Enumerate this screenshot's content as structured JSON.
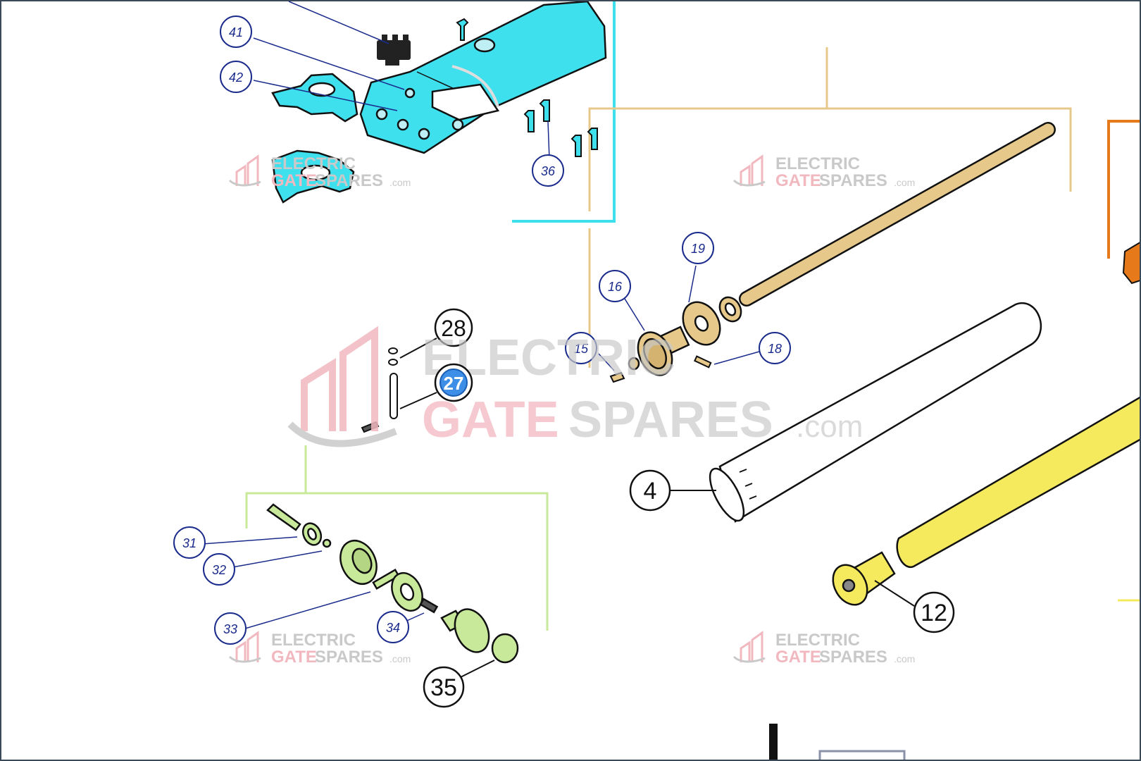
{
  "watermark": {
    "line1": "ELECTRIC",
    "line2_gate": "GATE",
    "line2_spares": "SPARES",
    "suffix": ".com"
  },
  "callouts": {
    "c41": "41",
    "c42": "42",
    "c36": "36",
    "c19": "19",
    "c16": "16",
    "c15": "15",
    "c18": "18",
    "c28": "28",
    "c27": "27",
    "c4": "4",
    "c31": "31",
    "c32": "32",
    "c33": "33",
    "c34": "34",
    "c35": "35",
    "c12": "12"
  },
  "colors": {
    "cyan_group": "#3ee0ee",
    "tan_group": "#e6c98a",
    "green_group": "#c8e89a",
    "yellow_part": "#f5ea5e",
    "orange_group": "#e67a1a",
    "callout_blue": "#1a2b8c",
    "watermark_red": "#f2b8c0",
    "watermark_grey": "#c9c9c9"
  }
}
